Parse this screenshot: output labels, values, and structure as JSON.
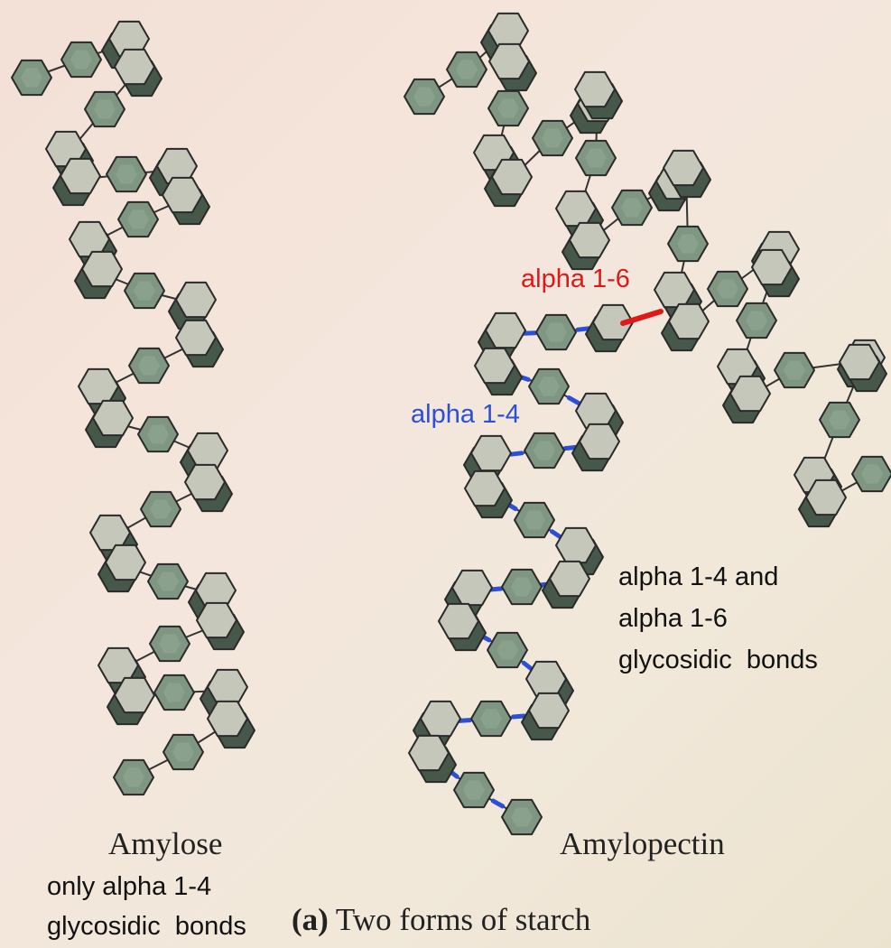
{
  "labels": {
    "alpha16": "alpha 1-6",
    "alpha14": "alpha 1-4",
    "both_line1": "alpha 1-4 and",
    "both_line2": "alpha 1-6",
    "both_line3": "glycosidic  bonds",
    "amylose": "Amylose",
    "amylopectin": "Amylopectin",
    "only_line1": "only alpha 1-4",
    "only_line2": "glycosidic  bonds",
    "caption_letter": "(a)",
    "caption_text": " Two forms of starch"
  },
  "colors": {
    "alpha14_bond": "#2b4fd6",
    "alpha16_bond": "#e01818",
    "ring_flat": "#7f9682",
    "ring_light": "#c5c7ba",
    "ring_dark": "#46584a",
    "outline": "#2a2a2a"
  }
}
